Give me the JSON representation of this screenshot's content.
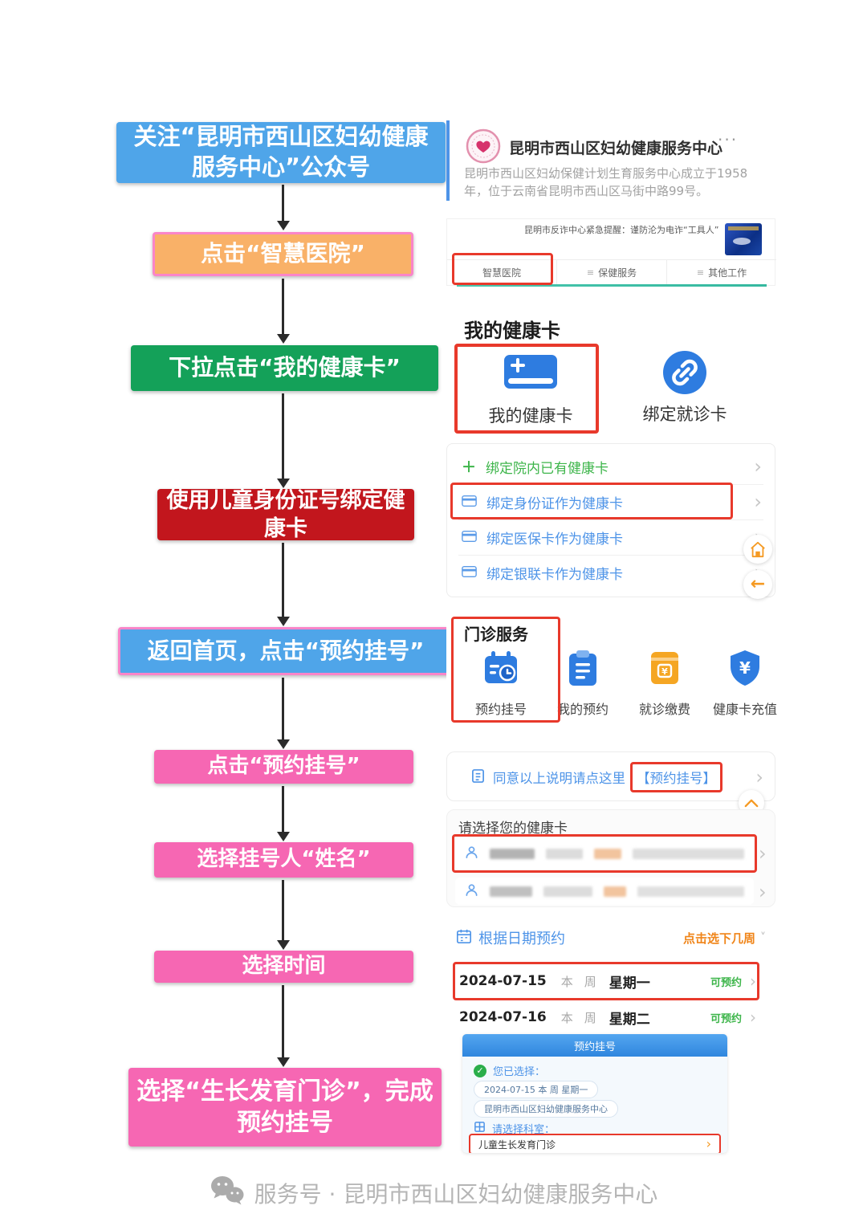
{
  "colors": {
    "step_blue": "#4FA5E9",
    "step_orange": "#F9B168",
    "step_green": "#14A159",
    "step_red": "#C2161D",
    "step_pink": "#F667B3",
    "pink_border": "#FA85C8",
    "highlight_red": "#E8392B",
    "link_blue": "#4E94E8",
    "icon_blue": "#2E7CE0",
    "icon_orange": "#F5A623",
    "available_green": "#3DB54A"
  },
  "glyphs": {
    "chevron": "›",
    "more": "···",
    "menu": "≡",
    "plus": "＋",
    "check": "✓",
    "back": "←",
    "caret_down": "˅"
  },
  "steps": [
    {
      "label": "关注“昆明市西山区妇幼健康服务中心”公众号"
    },
    {
      "label": "点击“智慧医院”"
    },
    {
      "label": "下拉点击“我的健康卡”"
    },
    {
      "label": "使用儿童身份证号绑定健康卡"
    },
    {
      "label": "返回首页，点击“预约挂号”"
    },
    {
      "label": "点击“预约挂号”"
    },
    {
      "label": "选择挂号人“姓名”"
    },
    {
      "label": "选择时间"
    },
    {
      "label": "选择“生长发育门诊”，完成预约挂号"
    }
  ],
  "account": {
    "name": "昆明市西山区妇幼健康服务中心",
    "description": "昆明市西山区妇幼保健计划生育服务中心成立于1958年，位于云南省昆明市西山区马街中路99号。"
  },
  "article": {
    "title": "昆明市反诈中心紧急提醒：谨防沦为电诈“工具人”",
    "tabs": [
      {
        "label": "智慧医院"
      },
      {
        "label": "保健服务"
      },
      {
        "label": "其他工作"
      }
    ]
  },
  "my_card": {
    "title": "我的健康卡",
    "items": [
      {
        "label": "我的健康卡"
      },
      {
        "label": "绑定就诊卡"
      }
    ]
  },
  "bind_list": {
    "items": [
      {
        "label": "绑定院内已有健康卡"
      },
      {
        "label": "绑定身份证作为健康卡"
      },
      {
        "label": "绑定医保卡作为健康卡"
      },
      {
        "label": "绑定银联卡作为健康卡"
      }
    ]
  },
  "outpatient": {
    "title": "门诊服务",
    "items": [
      {
        "label": "预约挂号"
      },
      {
        "label": "我的预约"
      },
      {
        "label": "就诊缴费"
      },
      {
        "label": "健康卡充值"
      }
    ]
  },
  "agree": {
    "text": "同意以上说明请点这里",
    "highlight": "【预约挂号】"
  },
  "card_select": {
    "title": "请选择您的健康卡"
  },
  "date_section": {
    "title": "根据日期预约",
    "action": "点击选下几周",
    "rows": [
      {
        "date": "2024-07-15",
        "week_a": "本",
        "week_b": "周",
        "day": "星期一",
        "status": "可预约"
      },
      {
        "date": "2024-07-16",
        "week_a": "本",
        "week_b": "周",
        "day": "星期二",
        "status": "可预约"
      }
    ]
  },
  "confirm": {
    "header": "预约挂号",
    "selected_label": "您已选择：",
    "selected_date": "2024-07-15 本 周 星期一",
    "selected_org": "昆明市西山区妇幼健康服务中心",
    "dept_label": "请选择科室：",
    "dept": "儿童生长发育门诊"
  },
  "footer": {
    "text": "服务号 · 昆明市西山区妇幼健康服务中心"
  }
}
